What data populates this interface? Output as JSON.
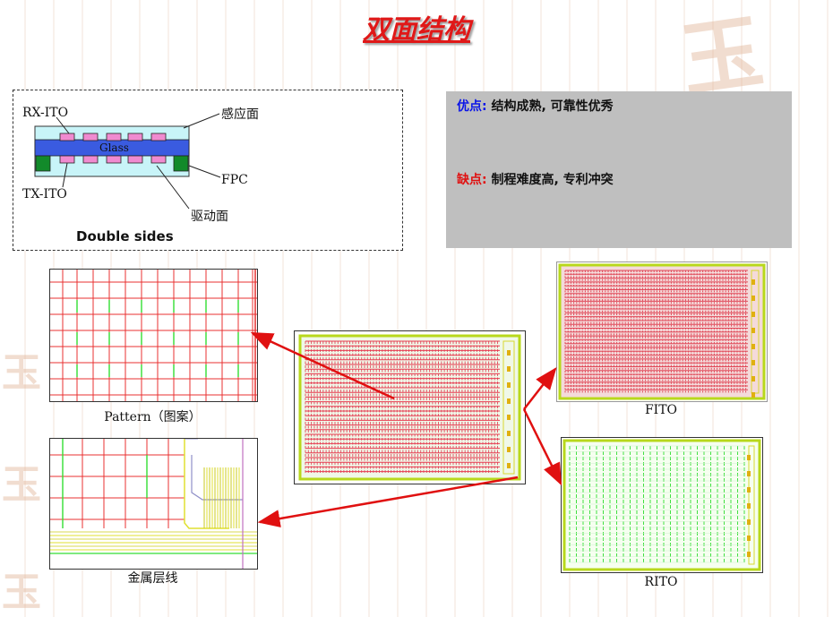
{
  "title": "双面结构",
  "diagram": {
    "rx_ito": "RX-ITO",
    "tx_ito": "TX-ITO",
    "glass": "Glass",
    "sensing_face": "感应面",
    "fpc": "FPC",
    "driving_face": "驱动面",
    "caption": "Double sides"
  },
  "pros_cons": {
    "pros_key": "优点:",
    "pros_text": "结构成熟, 可靠性优秀",
    "cons_key": "缺点:",
    "cons_text": "制程难度高, 专利冲突"
  },
  "captions": {
    "pattern": "Pattern（图案）",
    "metal": "金属层线",
    "fito": "FITO",
    "rito": "RITO"
  },
  "colors": {
    "title": "#e01818",
    "glass": "#3a5be0",
    "cover": "#c8f4f8",
    "ito_pad": "#f08ad0",
    "fpc": "#128a2a",
    "grid_red": "#e83030",
    "grid_green": "#33dd33",
    "arrow": "#e01010"
  }
}
